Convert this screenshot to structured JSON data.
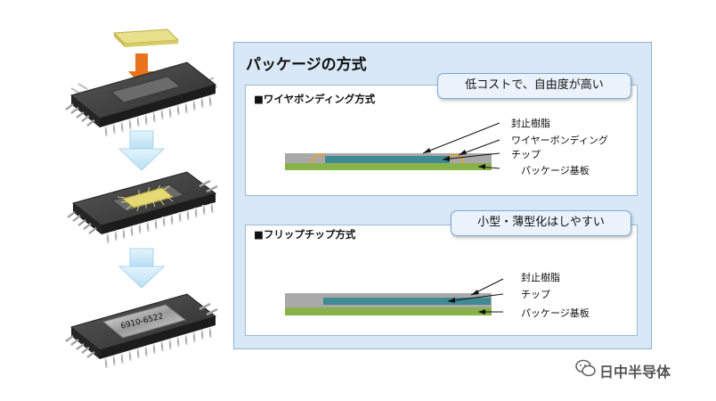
{
  "main_title": "パッケージの方式",
  "wire_bonding": {
    "title": "■ワイヤボンディング方式",
    "callout": "低コストで、自由度が高い",
    "labels": {
      "sealing_resin": "封止樹脂",
      "wire_bonding": "ワイヤーボンディング",
      "chip": "チップ",
      "package_substrate": "パッケージ基板"
    }
  },
  "flip_chip": {
    "title": "■フリップチップ方式",
    "callout": "小型・薄型化はしやすい",
    "labels": {
      "sealing_resin": "封止樹脂",
      "chip": "チップ",
      "package_substrate": "パッケージ基板"
    }
  },
  "chip_marking": "6910-6522",
  "watermark": "日中半导体",
  "colors": {
    "panel_bg": "#d9e8f7",
    "arrow_orange": "#e8731c",
    "arrow_light_blue": "#cfe9f8",
    "chip_die_yellow": "#e8e08a",
    "resin_gray": "#a9a9a9",
    "chip_teal": "#3f8a93",
    "substrate_green": "#8ab24a",
    "wire_orange": "#f0a020"
  }
}
